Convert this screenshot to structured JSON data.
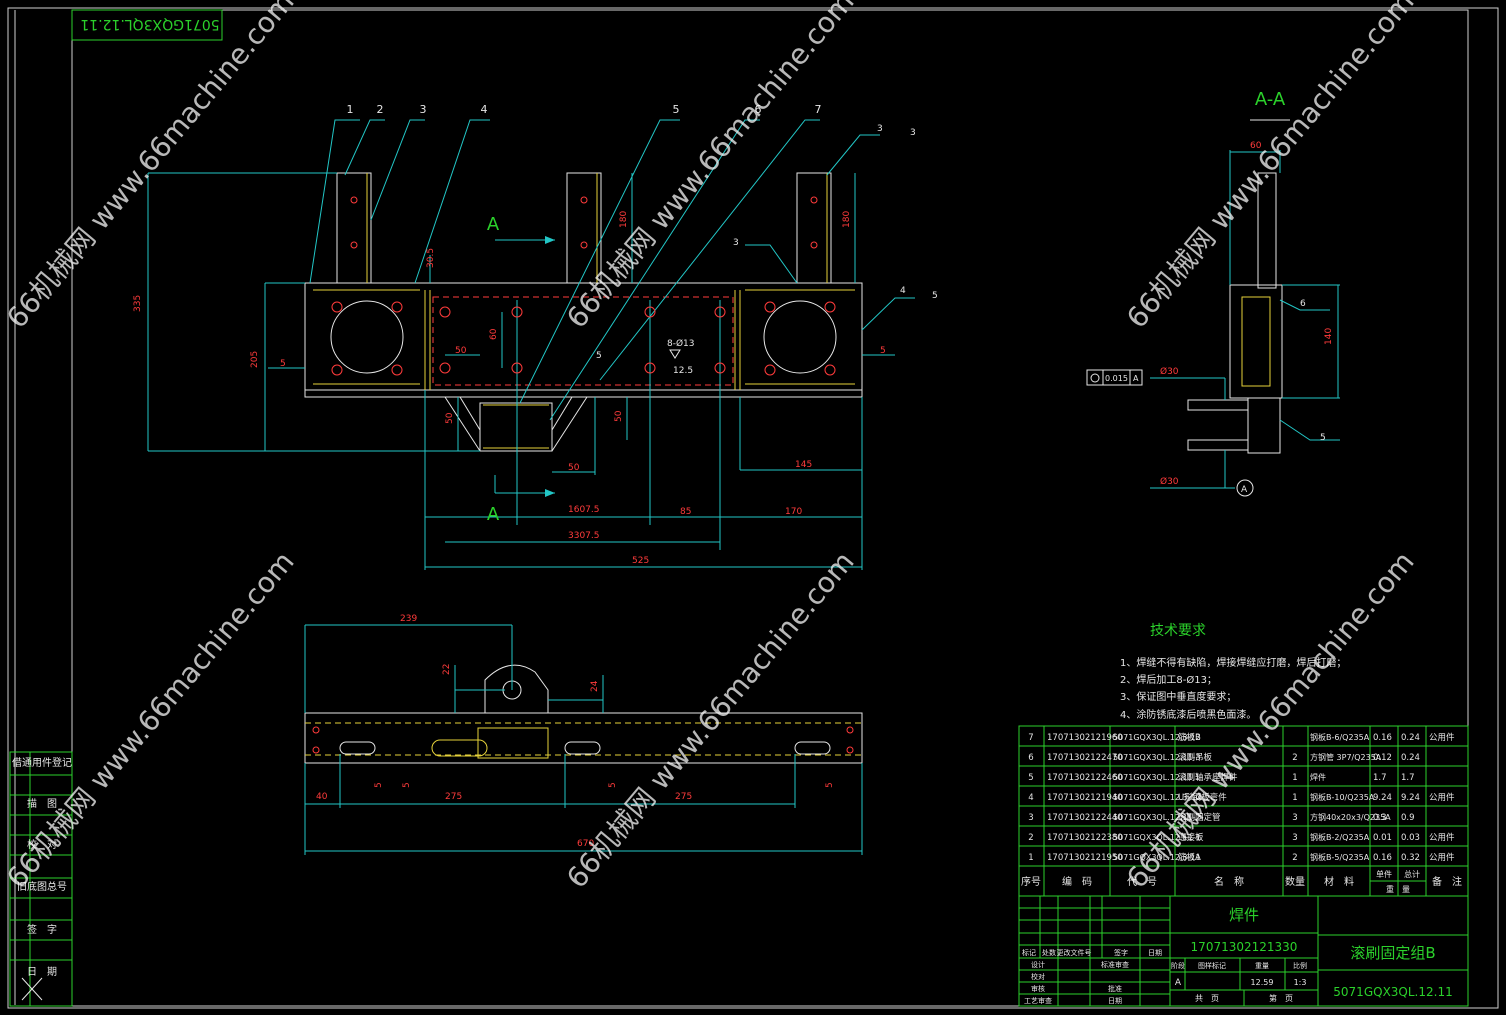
{
  "drawing_code_box": "5071GQX3QL.12.11",
  "section_label": "A-A",
  "view_arrow_label": "A",
  "datum_label": "A",
  "tolerance_value": "0.015",
  "part_callouts": [
    "1",
    "2",
    "3",
    "4",
    "5",
    "6",
    "7"
  ],
  "weld_symbols": [
    "3",
    "3",
    "3",
    "4",
    "5",
    "6",
    "5",
    "3"
  ],
  "hole_note": "8-Ø13",
  "roughness": "12.5",
  "front_dims": [
    "335",
    "205",
    "180",
    "180",
    "30.5",
    "5",
    "5",
    "50",
    "60",
    "50",
    "50",
    "50",
    "145",
    "1607.5",
    "85",
    "170",
    "3307.5",
    "525"
  ],
  "section_dims": [
    "60",
    "140",
    "Ø30",
    "Ø30"
  ],
  "bottom_dims": [
    "239",
    "22",
    "24",
    "5",
    "5",
    "5",
    "5",
    "40",
    "275",
    "275",
    "670"
  ],
  "tech_req": {
    "title": "技术要求",
    "items": [
      "1、焊缝不得有缺陷，焊接焊缝应打磨，焊后打磨；",
      "2、焊后加工8-Ø13；",
      "3、保证图中垂直度要求；",
      "4、涂防锈底漆后喷黑色面漆。"
    ]
  },
  "bom": {
    "rows": [
      {
        "no": "7",
        "code": "17071302121960",
        "drawing": "5071GQX3QL.12.3-12",
        "name": "筋板B",
        "qty": "",
        "material": "钢板B-6/Q235A",
        "unit": "0.16",
        "total": "0.24",
        "note": "公用件"
      },
      {
        "no": "6",
        "code": "17071302122470",
        "drawing": "5071GQX3QL.12.11-3",
        "name": "滚刷吊板",
        "qty": "2",
        "material": "方钢管 3P7/Q235A",
        "unit": "0.12",
        "total": "0.24",
        "note": ""
      },
      {
        "no": "5",
        "code": "17071302122460",
        "drawing": "5071GQX3QL.12.11.1",
        "name": "滚刷轴承座焊件",
        "qty": "1",
        "material": "焊件",
        "unit": "1.7",
        "total": "1.7",
        "note": ""
      },
      {
        "no": "4",
        "code": "17071302121940",
        "drawing": "5071GQX3QL.12.3-10",
        "name": "U形钢板弯件",
        "qty": "1",
        "material": "钢板B-10/Q235A",
        "unit": "9.24",
        "total": "9.24",
        "note": "公用件"
      },
      {
        "no": "3",
        "code": "17071302122440",
        "drawing": "5071GQX3QL.12.11-2",
        "name": "滚刷固定管",
        "qty": "3",
        "material": "方钢40x20x3/Q235A",
        "unit": "0.3",
        "total": "0.9",
        "note": ""
      },
      {
        "no": "2",
        "code": "17071302122380",
        "drawing": "5071GQX3QL.12.11-1",
        "name": "连接板",
        "qty": "3",
        "material": "钢板B-2/Q235A",
        "unit": "0.01",
        "total": "0.03",
        "note": "公用件"
      },
      {
        "no": "1",
        "code": "17071302121950",
        "drawing": "5071GQX3QL.12.3-11",
        "name": "筋板A",
        "qty": "2",
        "material": "钢板B-5/Q235A",
        "unit": "0.16",
        "total": "0.32",
        "note": "公用件"
      }
    ],
    "header": {
      "no": "序号",
      "code": "编　码",
      "drawing": "代　号",
      "name": "名　称",
      "qty": "数量",
      "material": "材　料",
      "unit": "单件",
      "total": "总计",
      "weight": "重　量",
      "note": "备　注"
    }
  },
  "title_block": {
    "category": "焊件",
    "code": "17071302121330",
    "title": "滚刷固定组B",
    "drawing_no": "5071GQX3QL.12.11",
    "stage": "A",
    "weight": "12.59",
    "scale": "1:3",
    "labels": {
      "mark": "标记",
      "count": "处数",
      "change_doc": "更改文件号",
      "sign": "签字",
      "date": "日期",
      "design": "设计",
      "proofread": "校对",
      "review": "审核",
      "process": "工艺审查",
      "std_review": "标准审查",
      "approve": "批准",
      "date2": "日期",
      "stage_label": "图样标记",
      "weight_label": "重量",
      "scale_label": "比例",
      "sheets": "共　页",
      "sheet": "第　页",
      "stage_hdr": "阶段"
    }
  },
  "side_strip": [
    "借通用件登记",
    "描　图",
    "校　对",
    "旧底图总号",
    "签　字",
    "日　期"
  ],
  "watermark": "66机械网 www.66machine.com"
}
